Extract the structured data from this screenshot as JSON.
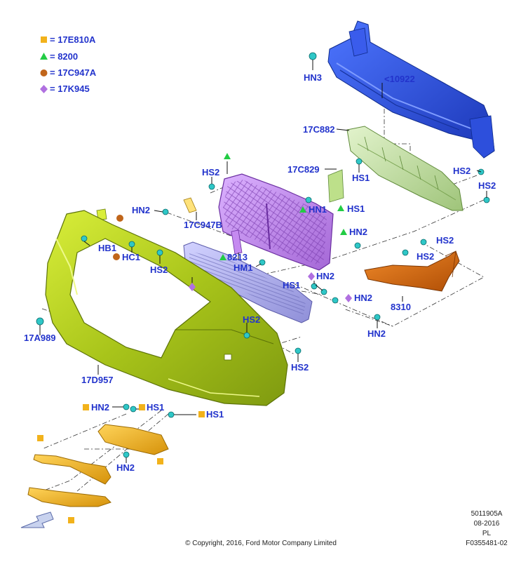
{
  "legend": [
    {
      "symbol": "square",
      "color": "#f2b21b",
      "text": "= 17E810A"
    },
    {
      "symbol": "triangle",
      "color": "#22cc44",
      "text": "= 8200"
    },
    {
      "symbol": "circle",
      "color": "#c0651a",
      "text": "= 17C947A"
    },
    {
      "symbol": "diamond",
      "color": "#b070e0",
      "text": "= 17K945"
    }
  ],
  "labels": {
    "hn3": "HN3",
    "p10922": "<10922",
    "p17c882": "17C882",
    "p17c829": "17C829",
    "hs1_a": "HS1",
    "hs2_a": "HS2",
    "hs2_b": "HS2",
    "hs2_c": "HS2",
    "hn2_a": "HN2",
    "hn1": "HN1",
    "hs1_b": "HS1",
    "hn2_b": "HN2",
    "p17c947b": "17C947B",
    "hb1": "HB1",
    "hc1": "HC1",
    "hs2_d": "HS2",
    "p8213": "8213",
    "hm1": "HM1",
    "hn2_c": "HN2",
    "hs1_c": "HS1",
    "hn2_d": "HN2",
    "p8310": "8310",
    "hs2_e": "HS2",
    "hs2_f": "HS2",
    "hs2_g": "HS2",
    "hs2_h": "HS2",
    "hn2_e": "HN2",
    "p17a989": "17A989",
    "p17d957": "17D957",
    "hn2_f": "HN2",
    "hs1_d": "HS1",
    "hs1_e": "HS1",
    "hn2_g": "HN2"
  },
  "footer": {
    "ref_code": "5011905A",
    "date": "08-2016",
    "lang": "PL",
    "figure_id": "F0355481-02",
    "copyright": "© Copyright, 2016, Ford Motor Company Limited"
  },
  "colors": {
    "label": "#2233cc",
    "bumper": "#b6d11f",
    "grille": "#c58af0",
    "lower_grille": "#b9b9f0",
    "reinforcement": "#2a4fd8",
    "absorber": "#c9e6a8",
    "bracket": "#d96a10",
    "trim": "#f2b21b",
    "clip": "#2fc7c7"
  },
  "icons": {
    "direction_arrow": "arrow-left-down-icon"
  }
}
